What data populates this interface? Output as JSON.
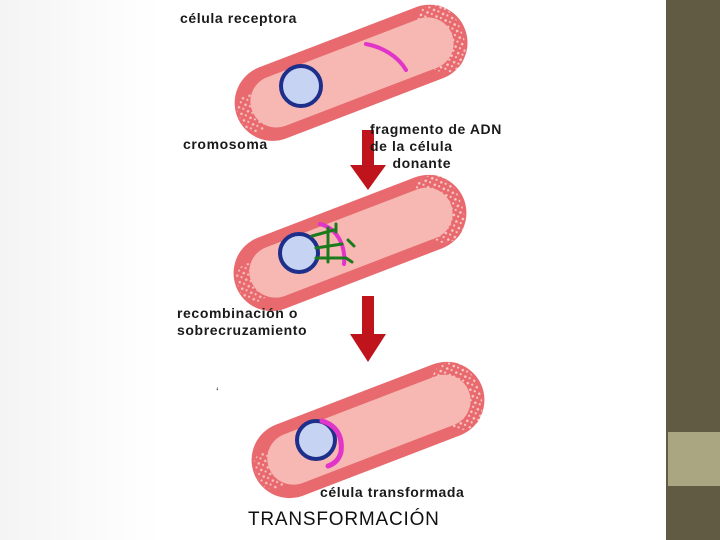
{
  "diagram": {
    "labels": {
      "receptor_cell": "célula receptora",
      "chromosome": "cromosoma",
      "dna_fragment": "fragmento de ADN\nde la célula\n     donante",
      "recombination": "recombinación o\nsobrecruzamiento",
      "transformed_cell": "célula transformada"
    },
    "title": "TRANSFORMACIÓN"
  },
  "colors": {
    "membrane": "#e86a6e",
    "cytoplasm": "#f7b8b4",
    "membrane_dots": "#f9d6d3",
    "chromosome": "#1d2f8a",
    "dna_fragment": "#e035c8",
    "recombination_links": "#1b7a1b",
    "arrow": "#c0141c",
    "sidebar": "#625b44",
    "sidebar_accent": "#a9a681"
  },
  "icons": [
    "bacterium-cell",
    "chromosome-ring",
    "dna-fragment",
    "down-arrow"
  ]
}
